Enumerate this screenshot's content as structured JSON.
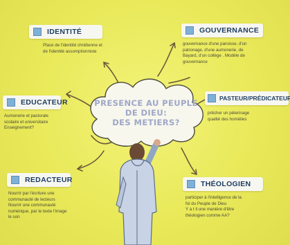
{
  "colors": {
    "background": "#ecec5e",
    "card": "#f7f7f2",
    "label": "#1d3d63",
    "icon": "#7fb0d6",
    "title": "#9fa7c7",
    "arrow": "#6b5a3a"
  },
  "center": {
    "line1": "PRESENCE AU PEUPLE",
    "line2": "DE DIEU:",
    "line3": "DES METIERS?"
  },
  "nodes": {
    "identite": {
      "label": "IDENTITÉ",
      "desc": [
        "Place de l'identité chrétienne et",
        "de l'identité assomptionniste"
      ]
    },
    "gouvernance": {
      "label": "GOUVERNANCE",
      "desc": [
        "gouvernance d'une paroisse, d'un",
        "patronage, d'une aumonerie, de",
        "Bayard, d'un collège . Modèle de",
        "gouvernance"
      ]
    },
    "educateur": {
      "label": "EDUCATEUR",
      "desc": [
        "Aumonerie et pastorale",
        "scolaire et universitaire",
        "Enseignement?"
      ]
    },
    "pasteur": {
      "label": "PASTEUR/PRÉDICATEUR",
      "desc": [
        "prêcher un pèlerinage",
        "qualité des homélies"
      ]
    },
    "redacteur": {
      "label": "REDACTEUR",
      "desc": [
        "Nourrir par l'écriture une",
        "communauté de lecteurs",
        "Nourrir une communauté",
        "numérique, par le texte l'image",
        "le son"
      ]
    },
    "theologien": {
      "label": "THÉOLOGIEN",
      "desc": [
        "participer à l'intelligence de la",
        "foi du Peuple de Dieu",
        "Y a t il une manière d'être",
        "théologien comme AA?"
      ]
    }
  }
}
